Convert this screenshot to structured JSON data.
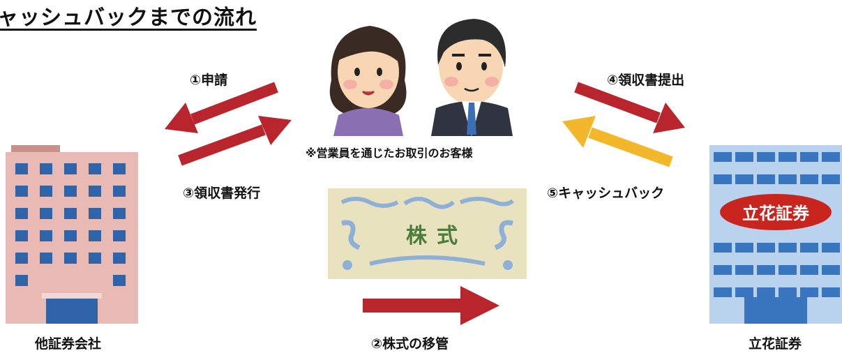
{
  "title": "ャッシュバックまでの流れ",
  "customer_note": "※営業員を通じたお取引のお客様",
  "steps": {
    "s1": "①申請",
    "s2": "②株式の移管",
    "s3": "③領収書発行",
    "s4": "④領収書提出",
    "s5": "⑤キャッシュバック"
  },
  "other_firm": {
    "label": "他証券会社"
  },
  "tachibana": {
    "label": "立花証券",
    "sign": "立花証券"
  },
  "stock_certificate": {
    "text": "株式"
  },
  "colors": {
    "arrow_red": "#b9252c",
    "arrow_yellow": "#f2b72b",
    "building_left": "#e9b9b3",
    "window_left": "#2f64a8",
    "building_right": "#b9d3ee",
    "sign_red": "#c8251f",
    "certificate": "#e9e2bf"
  },
  "icons": [
    "arrow-left-icon",
    "arrow-right-icon",
    "customers-illustration",
    "building-icon",
    "stock-certificate-icon"
  ]
}
